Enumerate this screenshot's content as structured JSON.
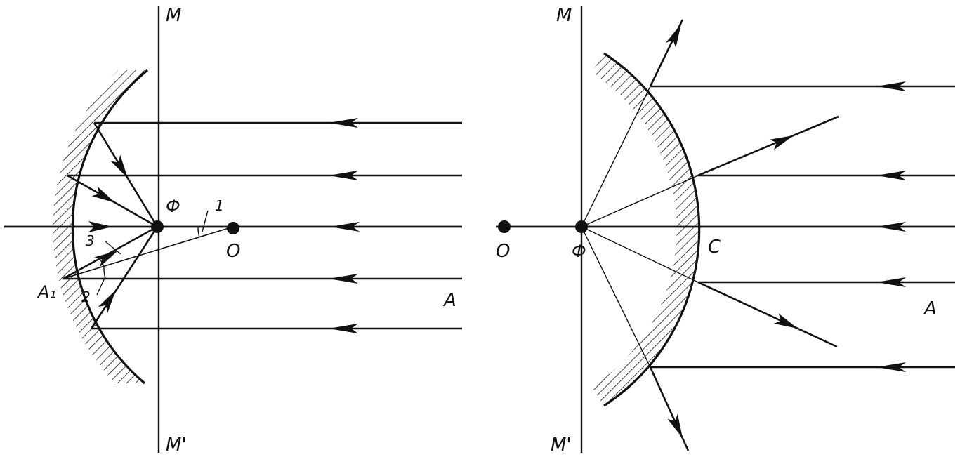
{
  "colors": {
    "ink": "#111111",
    "background": "#ffffff"
  },
  "left_figure": {
    "plane_top_label": "M",
    "plane_bottom_label": "M'",
    "focus_label": "Ф",
    "center_label": "O",
    "axis_label": "A",
    "incidence_point_label": "A₁",
    "angle_labels": [
      "1",
      "2",
      "3"
    ]
  },
  "right_figure": {
    "plane_top_label": "M",
    "plane_bottom_label": "M'",
    "focus_label": "Ф",
    "center_label": "O",
    "vertex_label": "C",
    "axis_label": "A"
  }
}
